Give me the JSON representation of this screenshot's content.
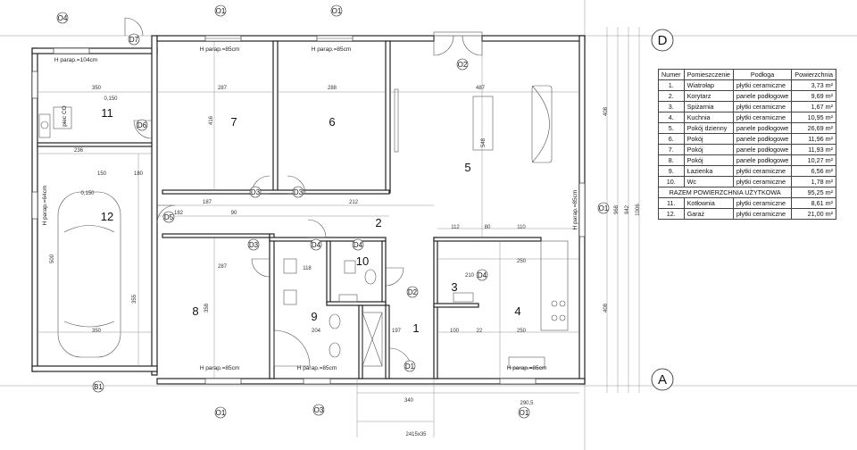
{
  "rooms": [
    {
      "n": "1"
    },
    {
      "n": "2"
    },
    {
      "n": "3"
    },
    {
      "n": "4"
    },
    {
      "n": "5"
    },
    {
      "n": "6"
    },
    {
      "n": "7"
    },
    {
      "n": "8"
    },
    {
      "n": "9"
    },
    {
      "n": "10"
    },
    {
      "n": "11"
    },
    {
      "n": "12"
    }
  ],
  "axes": {
    "d": "D",
    "a": "A"
  },
  "tags": {
    "o1": "O1",
    "o2": "O2",
    "o3": "O3",
    "o4": "O4",
    "d1": "D1",
    "d2": "D2",
    "d3": "D3",
    "d4": "D4",
    "d5": "D5",
    "d6": "D6",
    "d7": "D7",
    "b1": "B1"
  },
  "labels": {
    "hparap85": "H parap.=85cm",
    "hparap104": "H parap.=104cm",
    "hparap64": "H parap.=64cm",
    "piec": "piec CO"
  },
  "dims": {
    "d287": "287",
    "d288": "288",
    "d487": "487",
    "d350": "350",
    "d236": "236",
    "d416": "416",
    "d548": "548",
    "d250": "250",
    "d204": "204",
    "d118": "118",
    "d100": "100",
    "d22": "22",
    "d358": "358",
    "d180": "180",
    "d150": "150",
    "d2905": "290,5",
    "d968": "968",
    "d942": "942",
    "d1006": "1006",
    "d408": "408",
    "d197": "197",
    "d212": "212",
    "d187": "187",
    "d182": "182",
    "d90": "90",
    "d110": "110",
    "d112": "112",
    "d80": "80",
    "d210": "210",
    "d340": "340",
    "d355": "355",
    "d500": "500",
    "d0150": "0,150",
    "d2415": "2415x35"
  },
  "table": {
    "headers": [
      "Numer",
      "Pomieszczenie",
      "Podłoga",
      "Powierzchnia"
    ],
    "rows": [
      {
        "num": "1.",
        "name": "Wiatrołap",
        "floor": "płytki ceramiczne",
        "area": "3,73 m²"
      },
      {
        "num": "2.",
        "name": "Korytarz",
        "floor": "panele podłogowe",
        "area": "9,69 m²"
      },
      {
        "num": "3.",
        "name": "Spiżarnia",
        "floor": "płytki ceramiczne",
        "area": "1,67 m²"
      },
      {
        "num": "4.",
        "name": "Kuchnia",
        "floor": "płytki ceramiczne",
        "area": "10,95 m²"
      },
      {
        "num": "5.",
        "name": "Pokój dzienny",
        "floor": "panele podłogowe",
        "area": "26,69 m²"
      },
      {
        "num": "6.",
        "name": "Pokój",
        "floor": "panele podłogowe",
        "area": "11,96 m²"
      },
      {
        "num": "7.",
        "name": "Pokój",
        "floor": "panele podłogowe",
        "area": "11,93 m²"
      },
      {
        "num": "8.",
        "name": "Pokój",
        "floor": "panele podłogowe",
        "area": "10,27 m²"
      },
      {
        "num": "9.",
        "name": "Łazienka",
        "floor": "płytki ceramiczne",
        "area": "6,56 m²"
      },
      {
        "num": "10.",
        "name": "Wc",
        "floor": "płytki ceramiczne",
        "area": "1,78 m²"
      }
    ],
    "sum_label": "RAZEM POWIERZCHNIA UŻYTKOWA",
    "sum_value": "95,25 m²",
    "extra_rows": [
      {
        "num": "11.",
        "name": "Kotłownia",
        "floor": "płytki ceramiczne",
        "area": "8,61 m²"
      },
      {
        "num": "12.",
        "name": "Garaż",
        "floor": "płytki ceramiczne",
        "area": "21,00 m²"
      }
    ]
  }
}
